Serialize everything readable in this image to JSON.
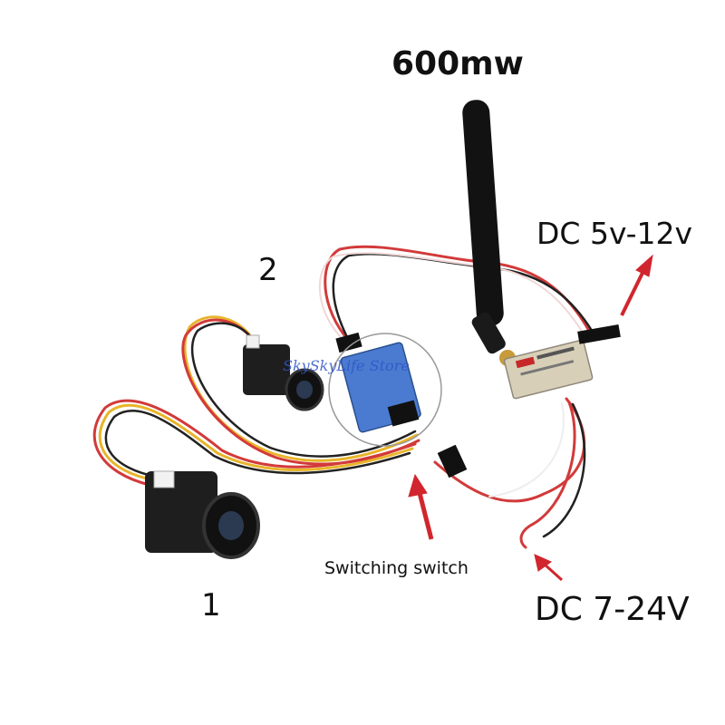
{
  "labels": {
    "power": "600mw",
    "dc_input_transmitter": "DC 5v-12v",
    "dc_input_main": "DC 7-24V",
    "switch": "Switching switch",
    "camera_1": "1",
    "camera_2": "2"
  },
  "watermark": "SkySkyLife Store",
  "colors": {
    "arrow": "#d1262e",
    "wire_red": "#d23a3a",
    "wire_yellow": "#e8b52a",
    "wire_black": "#222222",
    "switch_board": "#4a7bd0",
    "transmitter_case": "#d8cfb8"
  },
  "icons": {
    "camera": "camera-icon",
    "antenna": "antenna-icon",
    "transmitter": "transmitter-icon",
    "switch_board": "switch-board-icon",
    "arrow": "arrow-icon"
  }
}
